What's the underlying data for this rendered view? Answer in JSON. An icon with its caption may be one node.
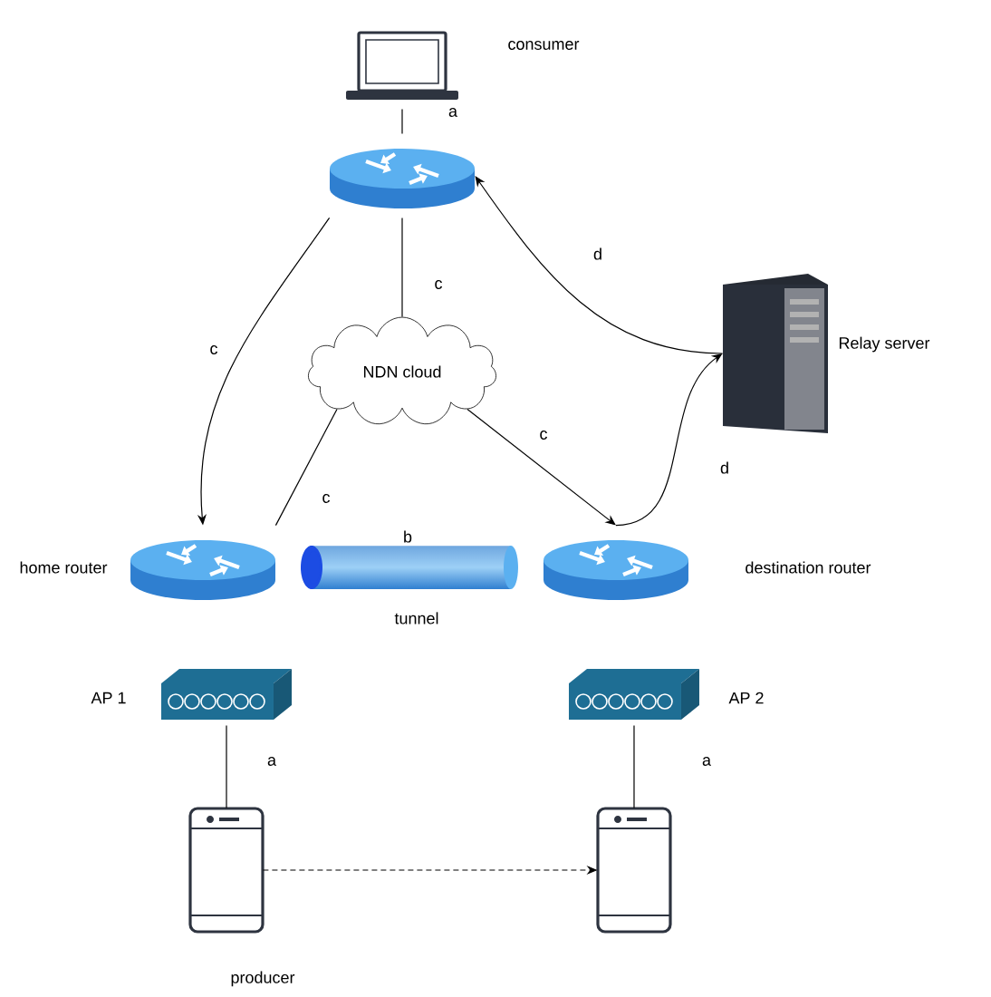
{
  "diagram": {
    "nodes": [
      {
        "text": [],
        "shape": "laptop",
        "beside": [
          "consumer"
        ]
      },
      {
        "text": [],
        "shape": "router"
      },
      {
        "text": [
          "NDN cloud"
        ]
      },
      {
        "text": [],
        "shape": "server",
        "beside": [
          "Relay server"
        ]
      },
      {
        "text": [],
        "shape": "router",
        "beside": [
          "home router"
        ]
      },
      {
        "text": [],
        "shape": "cylinder",
        "beside": [
          "b",
          "tunnel"
        ]
      },
      {
        "text": [],
        "shape": "router",
        "beside": [
          "destination router"
        ]
      },
      {
        "text": [],
        "shape": "box",
        "beside": [
          "AP 1"
        ]
      },
      {
        "text": [],
        "shape": "box",
        "beside": [
          "AP 2"
        ]
      },
      {
        "text": [],
        "shape": "phone",
        "beside": [
          "producer"
        ]
      },
      {
        "text": [],
        "shape": "phone"
      }
    ],
    "edges": [
      {
        "from": 0,
        "to": 1,
        "arrow": "none",
        "label": "a"
      },
      {
        "from": 1,
        "to": 2,
        "arrow": "none",
        "label": "c"
      },
      {
        "from": 1,
        "to": 4,
        "arrow": "to",
        "label": "c"
      },
      {
        "from": 4,
        "to": 2,
        "arrow": "none",
        "label": "c"
      },
      {
        "from": 2,
        "to": 6,
        "arrow": "to",
        "label": "c"
      },
      {
        "from": 6,
        "to": 3,
        "arrow": "to",
        "label": "d"
      },
      {
        "from": 3,
        "to": 1,
        "arrow": "to",
        "label": "d"
      },
      {
        "from": 7,
        "to": 9,
        "arrow": "none",
        "label": "a"
      },
      {
        "from": 8,
        "to": 10,
        "arrow": "none",
        "label": "a"
      },
      {
        "from": 9,
        "to": 10,
        "arrow": "to",
        "style": "dashed"
      }
    ]
  }
}
